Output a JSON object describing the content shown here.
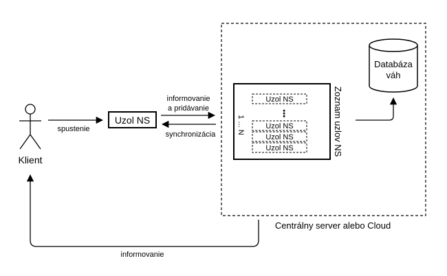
{
  "actor": {
    "label": "Klient"
  },
  "edges": {
    "start_label": "spustenie",
    "inform_add_line1": "informovanie",
    "inform_add_line2": "a pridávanie",
    "sync_label": "synchronizácia",
    "return_label": "informovanie"
  },
  "node_ns": {
    "label": "Uzol NS"
  },
  "list": {
    "title": "Zoznam uzlov NS",
    "index_label": "1 ... N",
    "ellipsis": "⋮",
    "entries": [
      "Uzol NS",
      "Uzol NS",
      "Uzol NS",
      "Uzol NS"
    ]
  },
  "database": {
    "line1": "Databáza",
    "line2": "váh"
  },
  "server": {
    "label": "Centrálny server alebo Cloud"
  }
}
